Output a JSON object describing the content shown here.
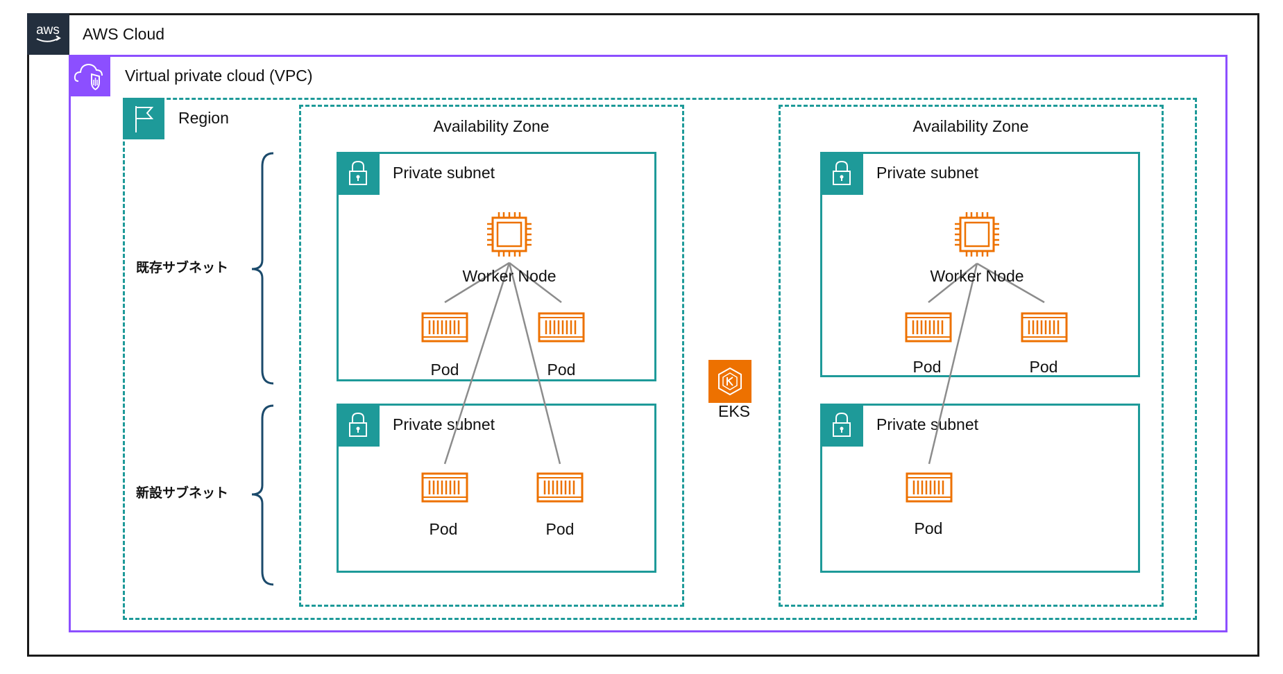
{
  "aws_cloud": {
    "title": "AWS Cloud",
    "logo_text": "aws"
  },
  "vpc": {
    "title": "Virtual private cloud (VPC)"
  },
  "region": {
    "title": "Region"
  },
  "brackets": {
    "existing_subnets": "既存サブネット",
    "new_subnets": "新設サブネット"
  },
  "availability_zones": [
    {
      "title": "Availability Zone",
      "subnets": [
        {
          "title": "Private subnet",
          "node_label": "Worker Node",
          "pods": [
            "Pod",
            "Pod"
          ]
        },
        {
          "title": "Private subnet",
          "pods": [
            "Pod",
            "Pod"
          ]
        }
      ]
    },
    {
      "title": "Availability Zone",
      "subnets": [
        {
          "title": "Private subnet",
          "node_label": "Worker Node",
          "pods": [
            "Pod",
            "Pod"
          ]
        },
        {
          "title": "Private subnet",
          "pods": [
            "Pod"
          ]
        }
      ]
    }
  ],
  "eks": {
    "label": "EKS"
  },
  "colors": {
    "aws_dark": "#232f3e",
    "vpc_purple": "#8c4fff",
    "teal": "#1e9a99",
    "compute_orange": "#ed7100",
    "bracket_navy": "#1b4a6b",
    "connector_gray": "#8c8c8c"
  },
  "icons": [
    "aws-logo-icon",
    "vpc-cloud-shield-icon",
    "region-flag-icon",
    "padlock-icon",
    "ec2-chip-icon",
    "container-icon",
    "eks-icon"
  ]
}
